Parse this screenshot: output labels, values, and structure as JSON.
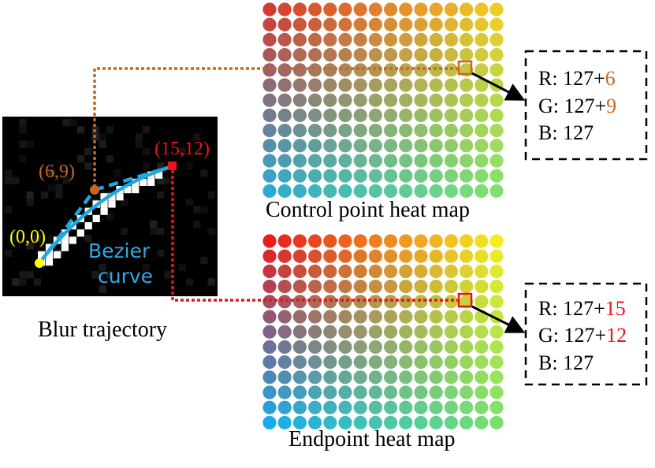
{
  "blur": {
    "caption": "Blur trajectory",
    "start_label": "(0,0)",
    "control_label": "(6,9)",
    "end_label": "(15,12)",
    "curve_label_line1": "Bezier",
    "curve_label_line2": "curve",
    "start_point": [
      0,
      0
    ],
    "control_point": [
      6,
      9
    ],
    "end_point": [
      15,
      12
    ]
  },
  "heatmaps": {
    "control": {
      "caption": "Control point heat map",
      "highlight": {
        "x": 6,
        "y": 9
      }
    },
    "endpoint": {
      "caption": "Endpoint heat map",
      "highlight": {
        "x": 15,
        "y": 12
      }
    }
  },
  "control_box": {
    "r_prefix": "R: 127+",
    "r_value": "6",
    "g_prefix": "G: 127+",
    "g_value": "9",
    "b_text": "B: 127"
  },
  "endpoint_box": {
    "r_prefix": "R: 127+",
    "r_value": "15",
    "g_prefix": "G: 127+",
    "g_value": "12",
    "b_text": "B: 127"
  },
  "colors": {
    "start_point": "#ffff00",
    "control_point": "#c8671e",
    "end_point": "#e8141a",
    "curve": "#1fa8e0",
    "curve_label": "#2fa9e2",
    "control_value_text": "#c8671e",
    "end_value_text": "#e8141a",
    "blur_background": "#000000",
    "trajectory_pixels": "#ffffff"
  }
}
